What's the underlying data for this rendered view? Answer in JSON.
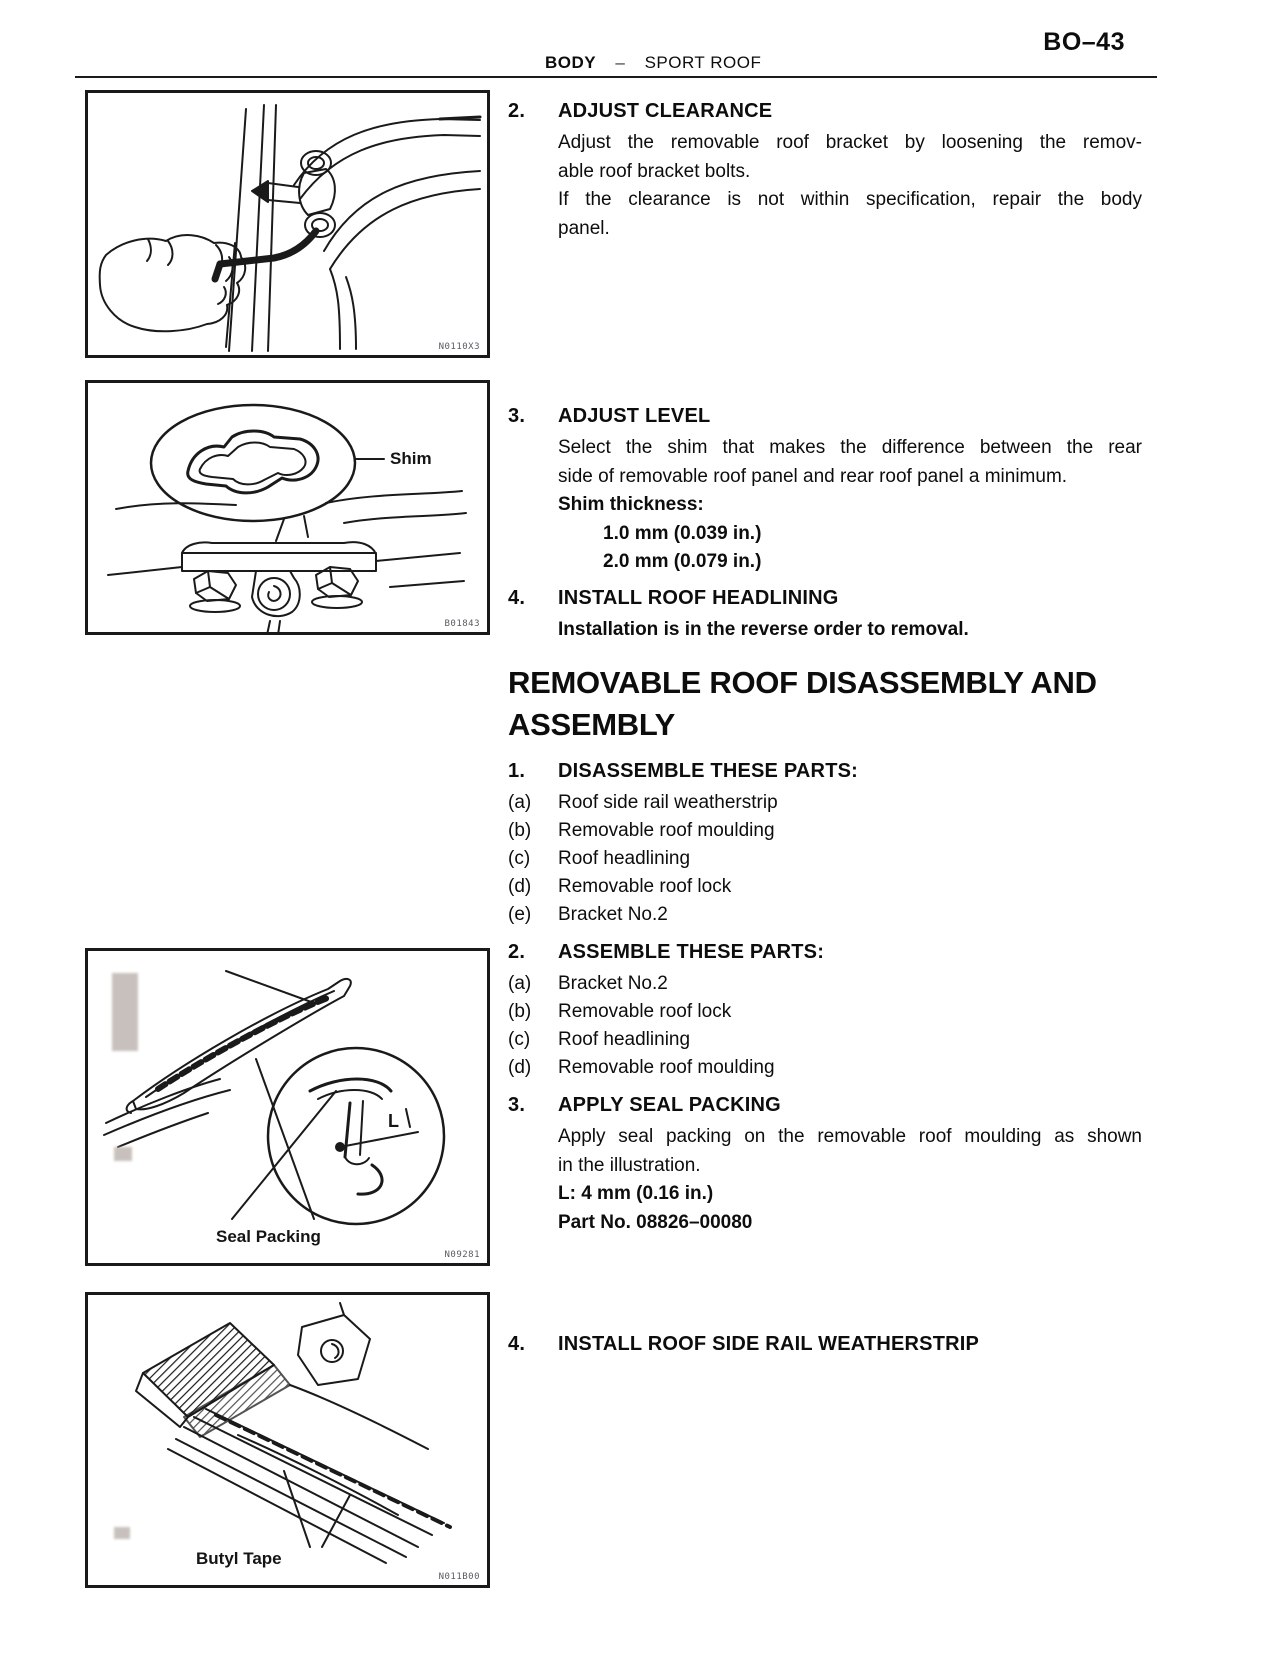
{
  "header": {
    "page_number": "BO–43",
    "section": "BODY",
    "divider": "–",
    "subsection": "SPORT ROOF"
  },
  "adjust_clearance": {
    "num": "2.",
    "title": "ADJUST CLEARANCE",
    "lines": [
      "Adjust the removable roof bracket by loosening the remov-",
      "able roof bracket bolts.",
      "If the clearance is not within specification, repair the body",
      "panel."
    ]
  },
  "adjust_level": {
    "num": "3.",
    "title": "ADJUST LEVEL",
    "lines": [
      "Select the shim that makes the difference between the rear",
      "side of removable roof panel and rear roof panel a minimum."
    ],
    "spec_label": "Shim thickness:",
    "spec_values": [
      "1.0 mm (0.039 in.)",
      "2.0 mm (0.079 in.)"
    ]
  },
  "install_headlining": {
    "num": "4.",
    "title": "INSTALL ROOF HEADLINING",
    "note": "Installation is in the reverse order to removal."
  },
  "main_heading": {
    "line1": "REMOVABLE ROOF DISASSEMBLY AND",
    "line2": "ASSEMBLY"
  },
  "disassemble": {
    "num": "1.",
    "title": "DISASSEMBLE THESE PARTS:",
    "items": [
      {
        "marker": "(a)",
        "text": "Roof side rail weatherstrip"
      },
      {
        "marker": "(b)",
        "text": "Removable roof moulding"
      },
      {
        "marker": "(c)",
        "text": "Roof headlining"
      },
      {
        "marker": "(d)",
        "text": "Removable roof lock"
      },
      {
        "marker": "(e)",
        "text": "Bracket No.2"
      }
    ]
  },
  "assemble": {
    "num": "2.",
    "title": "ASSEMBLE THESE PARTS:",
    "items": [
      {
        "marker": "(a)",
        "text": "Bracket No.2"
      },
      {
        "marker": "(b)",
        "text": "Removable roof lock"
      },
      {
        "marker": "(c)",
        "text": "Roof headlining"
      },
      {
        "marker": "(d)",
        "text": "Removable roof moulding"
      }
    ]
  },
  "seal_packing": {
    "num": "3.",
    "title": "APPLY SEAL PACKING",
    "lines": [
      "Apply seal packing on the removable roof moulding as shown",
      "in the illustration."
    ],
    "spec1": "L: 4 mm (0.16 in.)",
    "spec2": "Part No. 08826–00080"
  },
  "install_weatherstrip": {
    "num": "4.",
    "title": "INSTALL ROOF SIDE RAIL WEATHERSTRIP"
  },
  "figures": {
    "fig1": {
      "code": "N0110X3"
    },
    "fig2": {
      "label": "Shim",
      "code": "B01843"
    },
    "fig3": {
      "label": "Seal Packing",
      "dim": "L",
      "code": "N09281"
    },
    "fig4": {
      "label": "Butyl Tape",
      "code": "N011B00"
    }
  }
}
